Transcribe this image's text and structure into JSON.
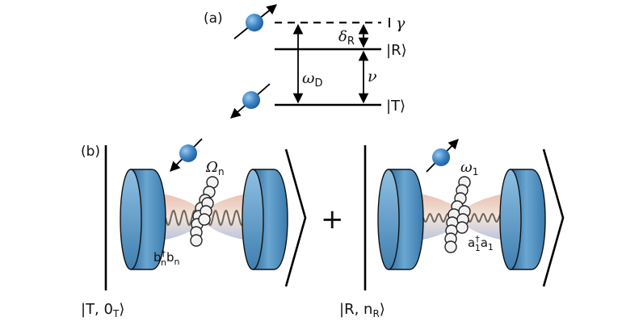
{
  "panel_a": {
    "label": "(a)",
    "levels": {
      "virtual": "γ",
      "upper": "|R⟩",
      "lower": "|T⟩"
    },
    "transitions": {
      "drive": "ω",
      "drive_sub": "D",
      "detuning": "δ",
      "detuning_sub": "R",
      "splitting": "ν"
    }
  },
  "panel_b": {
    "label": "(b)",
    "left_ket": {
      "coupling": "Ω",
      "coupling_sub": "n",
      "operator": "b",
      "operator_sup": "†",
      "operator_sub": "n",
      "operator2": "b",
      "operator2_sub": "n",
      "state": "|T, 0",
      "state_sub": "T",
      "state_close": "⟩"
    },
    "plus": "+",
    "right_ket": {
      "coupling": "ω",
      "coupling_sub": "1",
      "operator": "a",
      "operator_sup": "†",
      "operator_sub": "1",
      "operator2": "a",
      "operator2_sub": "1",
      "state": "|R, n",
      "state_sub": "R",
      "state_close": "⟩"
    }
  },
  "colors": {
    "mirror": "#4f8fbf",
    "mirror_dark": "#2e6a99",
    "photon_ball": "#3f86c7",
    "field_warm": "#d49a86",
    "field_cool": "#8aa6c8"
  }
}
